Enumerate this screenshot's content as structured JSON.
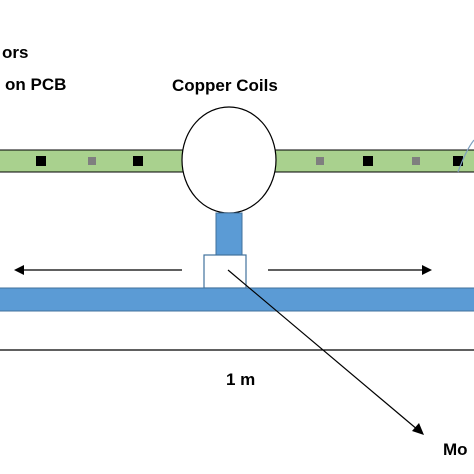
{
  "labels": {
    "sensors_line1": "ors",
    "sensors_line2": "on PCB",
    "coils": "Copper  Coils",
    "distance": "1 m",
    "motor": "Mo"
  },
  "colors": {
    "pcb_strip": "#a9d18e",
    "sensor_dark": "#000000",
    "sensor_light": "#7f7f7f",
    "rail": "#5b9bd5",
    "stem": "#5b9bd5",
    "outline": "#000000",
    "background": "#ffffff"
  },
  "sensors": [
    {
      "side": "left",
      "shade": "dark"
    },
    {
      "side": "left",
      "shade": "light"
    },
    {
      "side": "left",
      "shade": "dark"
    },
    {
      "side": "right",
      "shade": "light"
    },
    {
      "side": "right",
      "shade": "dark"
    },
    {
      "side": "right",
      "shade": "light"
    },
    {
      "side": "right",
      "shade": "dark"
    }
  ]
}
